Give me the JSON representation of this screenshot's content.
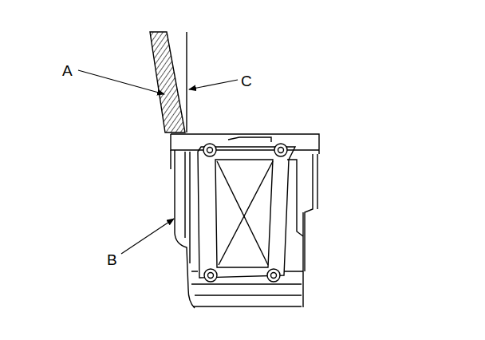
{
  "diagram": {
    "labels": [
      "A",
      "C",
      "B"
    ]
  }
}
